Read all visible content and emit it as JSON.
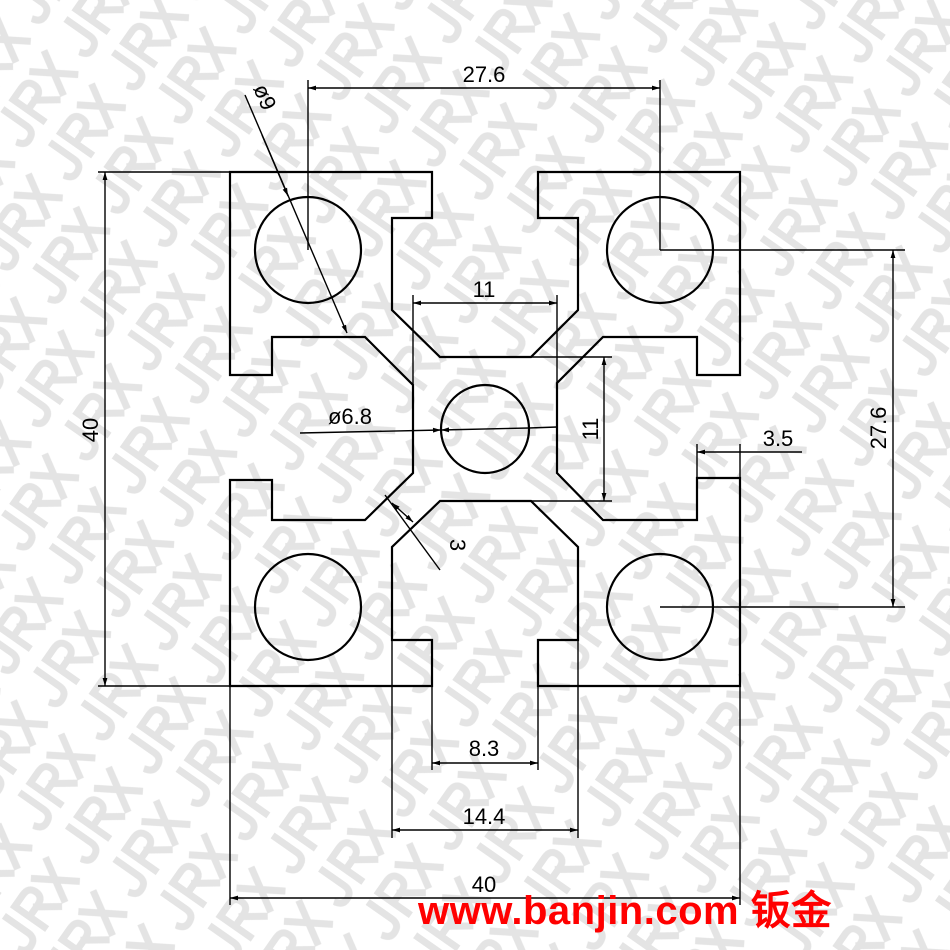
{
  "watermark": "JRX",
  "colors": {
    "line": "#000000",
    "watermark": "#e4e4e4",
    "site": "#ff0000"
  },
  "dimensions": {
    "top_hole_spacing": "27.6",
    "hole_diameter": "ø9",
    "overall_height": "40",
    "right_hole_spacing": "27.6",
    "center_width": "11",
    "center_height": "11",
    "center_bore": "ø6.8",
    "lip_thickness": "3.5",
    "wall_thickness": "3",
    "slot_opening": "8.3",
    "slot_inner_width": "14.4",
    "overall_width": "40"
  },
  "footer": {
    "site": "www.banjin.com 钣金"
  }
}
